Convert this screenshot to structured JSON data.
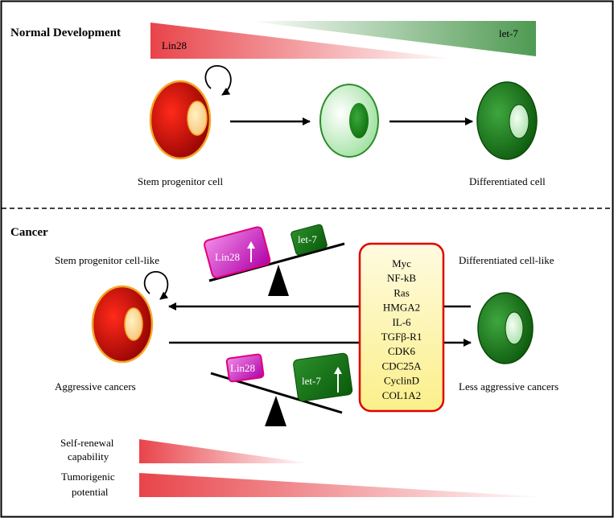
{
  "normal": {
    "title": "Normal Development",
    "lin28_label": "Lin28",
    "let7_label": "let-7",
    "stem_label": "Stem progenitor cell",
    "diff_label": "Differentiated cell"
  },
  "cancer": {
    "title": "Cancer",
    "stem_like_label": "Stem progenitor cell-like",
    "diff_like_label": "Differentiated cell-like",
    "aggressive_label": "Aggressive cancers",
    "less_aggressive_label": "Less aggressive cancers",
    "balance_top": {
      "lin28": "Lin28",
      "let7": "let-7"
    },
    "balance_bottom": {
      "lin28": "Lin28",
      "let7": "let-7"
    },
    "targets": [
      "Myc",
      "NF-kB",
      "Ras",
      "HMGA2",
      "IL-6",
      "TGFβ-R1",
      "CDK6",
      "CDC25A",
      "CyclinD",
      "COL1A2"
    ],
    "self_renewal_line1": "Self-renewal",
    "self_renewal_line2": "capability",
    "tumorigenic_line1": "Tumorigenic",
    "tumorigenic_line2": "potential"
  },
  "colors": {
    "stem_red": "#d40000",
    "stem_border": "#f5a623",
    "light_green": "#c8f0c8",
    "dark_green": "#0a6e0a",
    "lin28_magenta": "#d400c8",
    "targets_box": "#fdf6a8",
    "targets_border": "#e00000"
  }
}
